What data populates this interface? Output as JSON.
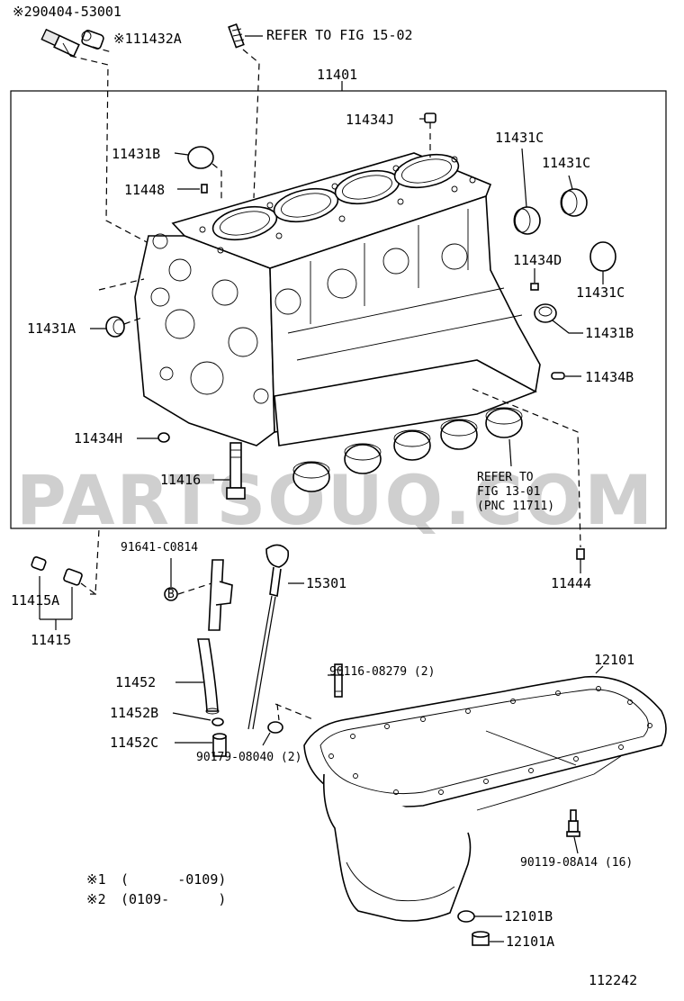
{
  "watermark": "PARTSOUQ.COM",
  "diagram_id": "112242",
  "notes": {
    "note1_mark": "※1",
    "note1_range": "(      -0109)",
    "note2_mark": "※2",
    "note2_range": "(0109-      )"
  },
  "labels": {
    "l_90404": "※290404-53001",
    "l_11432A": "※111432A",
    "l_refer1502": "REFER TO FIG 15-02",
    "l_11401": "11401",
    "l_11434J": "11434J",
    "l_11431C_1": "11431C",
    "l_11431C_2": "11431C",
    "l_11431B_top": "11431B",
    "l_11448": "11448",
    "l_11434D": "11434D",
    "l_11431C_3": "11431C",
    "l_11431A": "11431A",
    "l_11431B_r": "11431B",
    "l_11434B": "11434B",
    "l_11434H": "11434H",
    "l_11416": "11416",
    "l_refer1301_a": "REFER TO",
    "l_refer1301_b": "FIG 13-01",
    "l_refer1301_c": "(PNC 11711)",
    "l_91641": "91641-C0814",
    "l_15301": "15301",
    "l_11444": "11444",
    "l_11415A": "11415A",
    "l_11415": "11415",
    "l_12101": "12101",
    "l_90116": "90116-08279 (2)",
    "l_11452": "11452",
    "l_11452B": "11452B",
    "l_11452C": "11452C",
    "l_90179": "90179-08040 (2)",
    "l_90119": "90119-08A14 (16)",
    "l_12101B": "12101B",
    "l_12101A": "12101A",
    "l_B": "B"
  }
}
